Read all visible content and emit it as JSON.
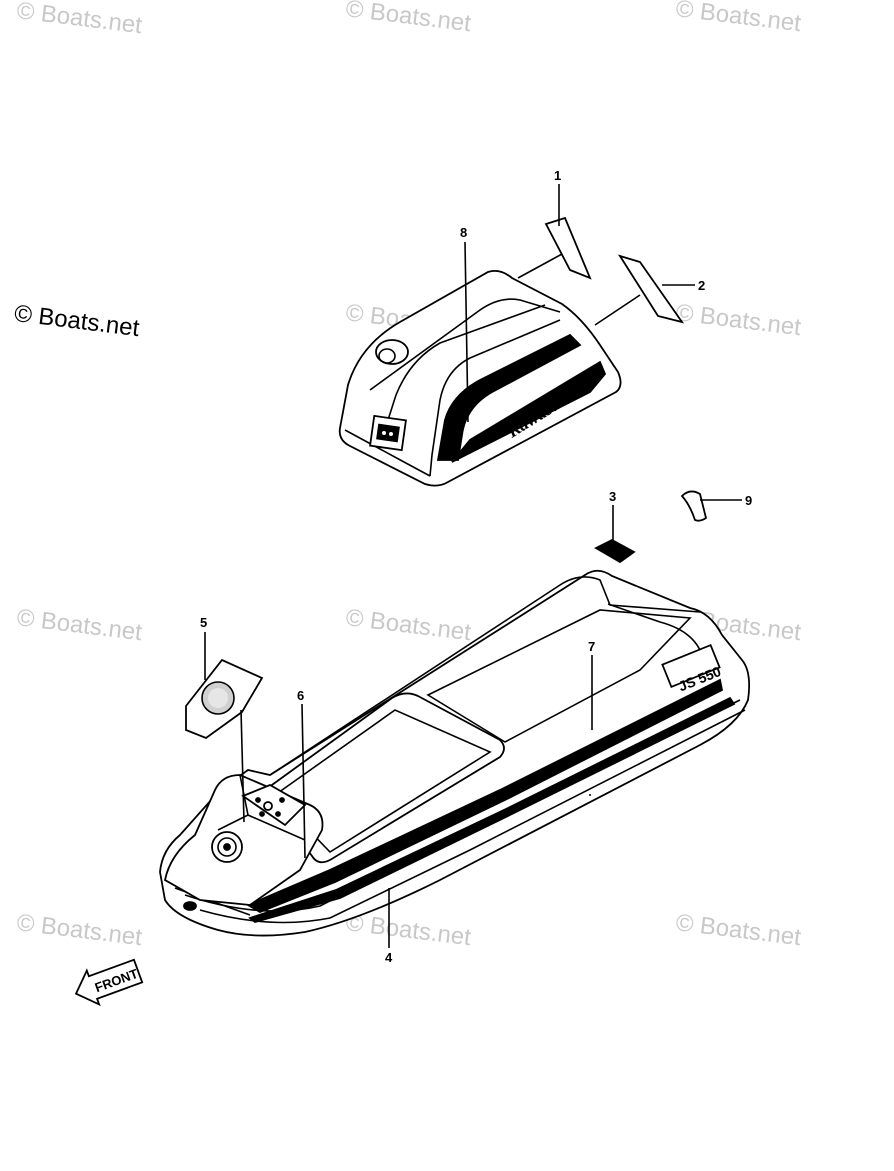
{
  "watermark": "© Boats.net",
  "copyright": "© Boats.net",
  "brand_text": "Kawasaki",
  "model_text": "JS 550",
  "front_label": "FRONT",
  "callouts": [
    "1",
    "2",
    "3",
    "4",
    "5",
    "6",
    "7",
    "8",
    "9"
  ]
}
